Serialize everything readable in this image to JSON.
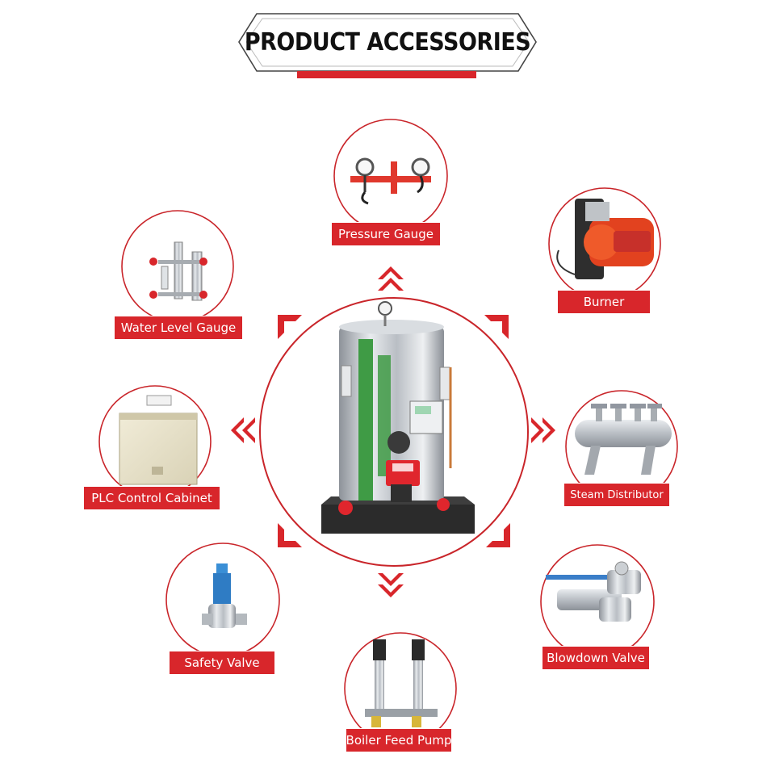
{
  "title": "PRODUCT ACCESSORIES",
  "accessories": [
    {
      "label": "Pressure Gauge",
      "icon": "pressure-gauge-icon"
    },
    {
      "label": "Burner",
      "icon": "burner-icon"
    },
    {
      "label": "Water Level Gauge",
      "icon": "water-level-gauge-icon"
    },
    {
      "label": "PLC Control Cabinet",
      "icon": "control-cabinet-icon"
    },
    {
      "label": "Steam Distributor",
      "icon": "steam-distributor-icon"
    },
    {
      "label": "Safety Valve",
      "icon": "safety-valve-icon"
    },
    {
      "label": "Blowdown Valve",
      "icon": "blowdown-valve-icon"
    },
    {
      "label": "Boiler Feed Pump",
      "icon": "feed-pump-icon"
    }
  ],
  "colors": {
    "accent": "#d8262b",
    "text": "#111111",
    "steel": "#c7cbd0"
  }
}
